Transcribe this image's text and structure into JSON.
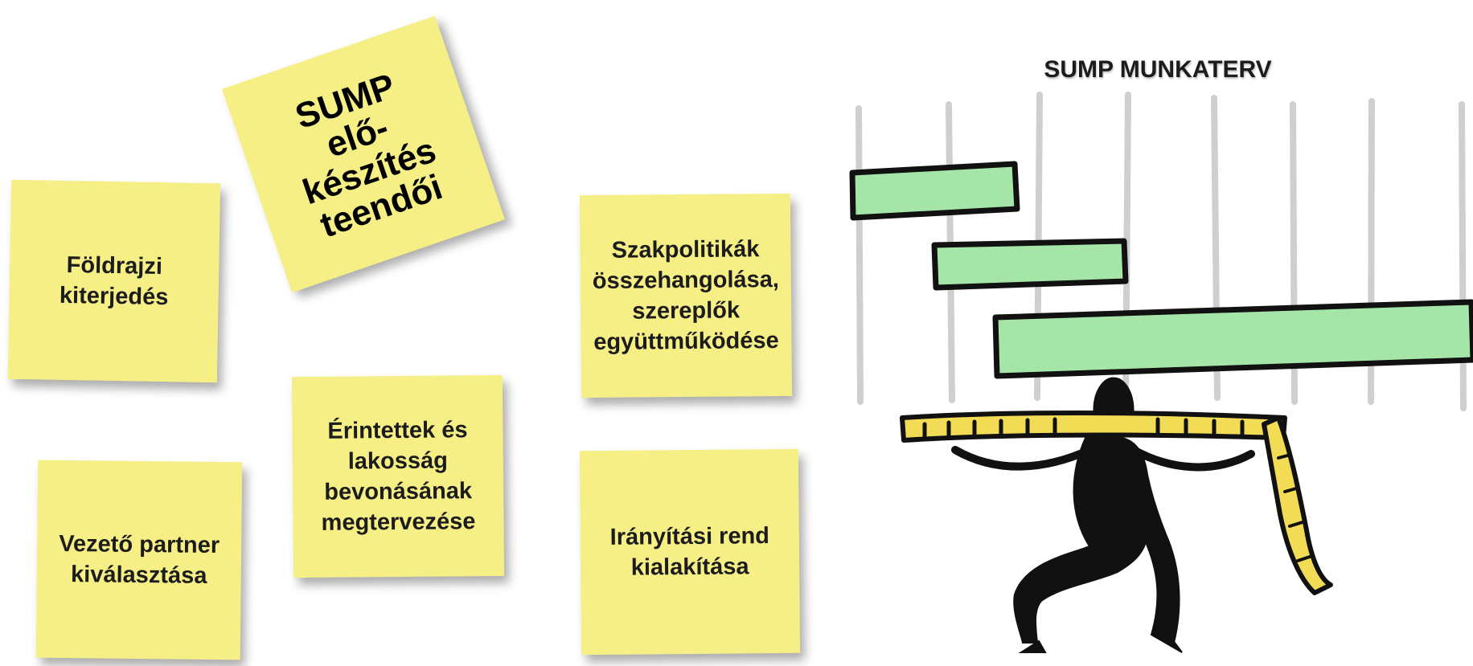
{
  "notes": {
    "title": "SUMP\nelő-\nkészítés\nteendői",
    "geo": "Földrajzi\nkiterjedés",
    "policy": "Szakpolitikák\nösszehangolása,\nszereplők\negyüttműködése",
    "stakeholders": "Érintettek és\nlakosság\nbevonásának\nmegtervezése",
    "partner": "Vezető partner\nkiválasztása",
    "governance": "Irányítási rend\nkialakítása"
  },
  "workplan": {
    "title": "SUMP MUNKATERV",
    "illustration_icon": "person-carrying-gantt-chart-icon"
  },
  "colors": {
    "note": "#f6ef86",
    "gantt_bar": "#a5e6a8",
    "tape": "#f2dc55"
  }
}
